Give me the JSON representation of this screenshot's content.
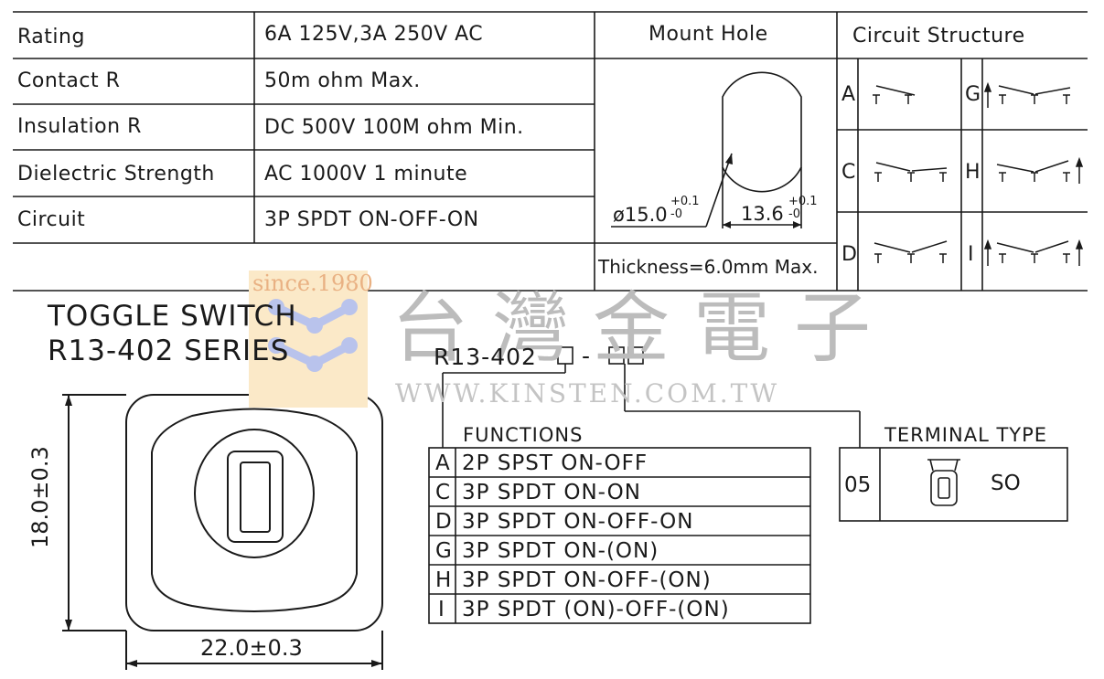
{
  "spec_table": {
    "rows": [
      {
        "label": "Rating",
        "value": "6A 125V,3A 250V AC"
      },
      {
        "label": "Contact R",
        "value": "50m ohm Max."
      },
      {
        "label": "Insulation R",
        "value": "DC 500V 100M ohm Min."
      },
      {
        "label": "Dielectric Strength",
        "value": "AC 1000V 1 minute"
      },
      {
        "label": "Circuit",
        "value": "3P SPDT ON-OFF-ON"
      }
    ]
  },
  "mount_hole": {
    "header": "Mount Hole",
    "diameter_base": "ø15.0",
    "diameter_tol_plus": "+0.1",
    "diameter_tol_minus": "-0",
    "flat_base": "13.6",
    "flat_tol_plus": "+0.1",
    "flat_tol_minus": "-0",
    "thickness": "Thickness=6.0mm Max."
  },
  "circuit_structure": {
    "header": "Circuit Structure",
    "cells": [
      {
        "letter": "A"
      },
      {
        "letter": "G"
      },
      {
        "letter": "C"
      },
      {
        "letter": "H"
      },
      {
        "letter": "D"
      },
      {
        "letter": "I"
      }
    ]
  },
  "watermark": {
    "since": "since.1980",
    "chinese": "台灣金電子",
    "url": "WWW.KINSTEN.COM.TW"
  },
  "product": {
    "line1": "TOGGLE SWITCH",
    "line2": "R13-402 SERIES",
    "part_prefix": "R13-402",
    "part_sep": "-"
  },
  "dimensions": {
    "height": "18.0±0.3",
    "width": "22.0±0.3"
  },
  "functions": {
    "header": "FUNCTIONS",
    "rows": [
      {
        "code": "A",
        "text": "2P SPST ON-OFF"
      },
      {
        "code": "C",
        "text": "3P SPDT ON-ON"
      },
      {
        "code": "D",
        "text": "3P SPDT ON-OFF-ON"
      },
      {
        "code": "G",
        "text": "3P SPDT ON-(ON)"
      },
      {
        "code": "H",
        "text": "3P SPDT ON-OFF-(ON)"
      },
      {
        "code": "I",
        "text": "3P SPDT (ON)-OFF-(ON)"
      }
    ]
  },
  "terminal": {
    "header": "TERMINAL TYPE",
    "code": "05",
    "type": "SO"
  }
}
